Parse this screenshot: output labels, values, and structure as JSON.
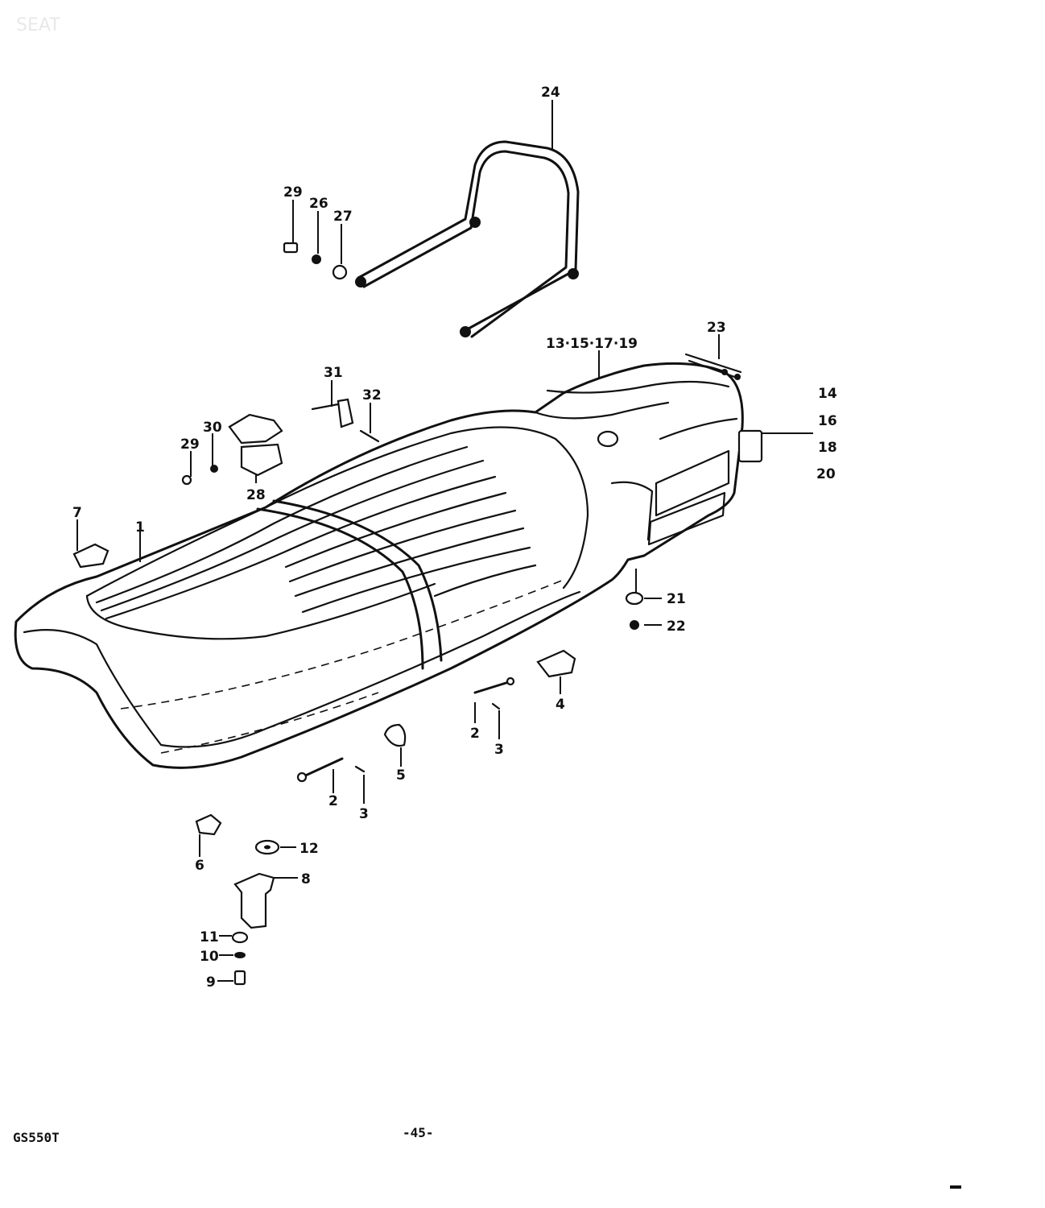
{
  "header": {
    "title": "SEAT"
  },
  "footer": {
    "model": "GS550T",
    "page": "-45-"
  },
  "callouts": {
    "c1": "1",
    "c2a": "2",
    "c2b": "2",
    "c3a": "3",
    "c3b": "3",
    "c4": "4",
    "c5": "5",
    "c6": "6",
    "c7": "7",
    "c8": "8",
    "c9": "9",
    "c10": "10",
    "c11": "11",
    "c12": "12",
    "c13": "13·15·17·19",
    "c14": "14",
    "c16": "16",
    "c18": "18",
    "c20": "20",
    "c21": "21",
    "c22": "22",
    "c23": "23",
    "c24": "24",
    "c26": "26",
    "c27": "27",
    "c28": "28",
    "c29a": "29",
    "c29b": "29",
    "c30": "30",
    "c31": "31",
    "c32": "32"
  }
}
